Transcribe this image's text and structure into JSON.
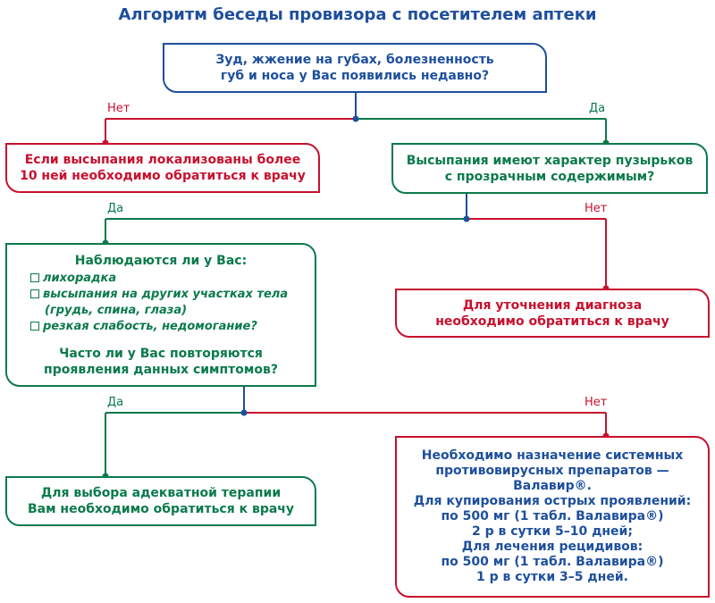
{
  "title": "Алгоритм беседы провизора с посетителем аптеки",
  "colors": {
    "blue": "#1e4f9c",
    "red": "#c8102e",
    "green": "#0b7a4b"
  },
  "labels": {
    "no1": "Нет",
    "yes1": "Да",
    "yes2": "Да",
    "no2": "Нет",
    "yes3": "Да",
    "no3": "Нет"
  },
  "q1": {
    "lines": [
      "Зуд, жжение на губах, болезненность",
      "губ и носа у Вас появились недавно?"
    ]
  },
  "r1": {
    "lines": [
      "Если высыпания локализованы более",
      "10 ней необходимо обратиться к врачу"
    ]
  },
  "q2": {
    "lines": [
      "Высыпания имеют характер пузырьков",
      "с прозрачным содержимым?"
    ]
  },
  "q3": {
    "heading": "Наблюдаются ли у Вас:",
    "items": [
      "лихорадка",
      "высыпания на других участках тела",
      "(грудь, спина, глаза)",
      "резкая слабость, недомогание?"
    ],
    "footer": [
      "Часто ли у Вас повторяются",
      "проявления данных симптомов?"
    ]
  },
  "r2": {
    "lines": [
      "Для уточнения диагноза",
      "необходимо обратиться к врачу"
    ]
  },
  "r3": {
    "lines": [
      "Для выбора адекватной терапии",
      "Вам необходимо обратиться к врачу"
    ]
  },
  "r4": {
    "lines": [
      "Необходимо назначение системных",
      "противовирусных препаратов —",
      "Валавир®.",
      "Для купирования острых проявлений:",
      "по 500 мг (1 табл. Валавира®)",
      "2 р в сутки 5–10 дней;",
      "Для лечения рецидивов:",
      "по 500 мг (1 табл. Валавира®)",
      "1 р в сутки 3–5 дней."
    ]
  }
}
